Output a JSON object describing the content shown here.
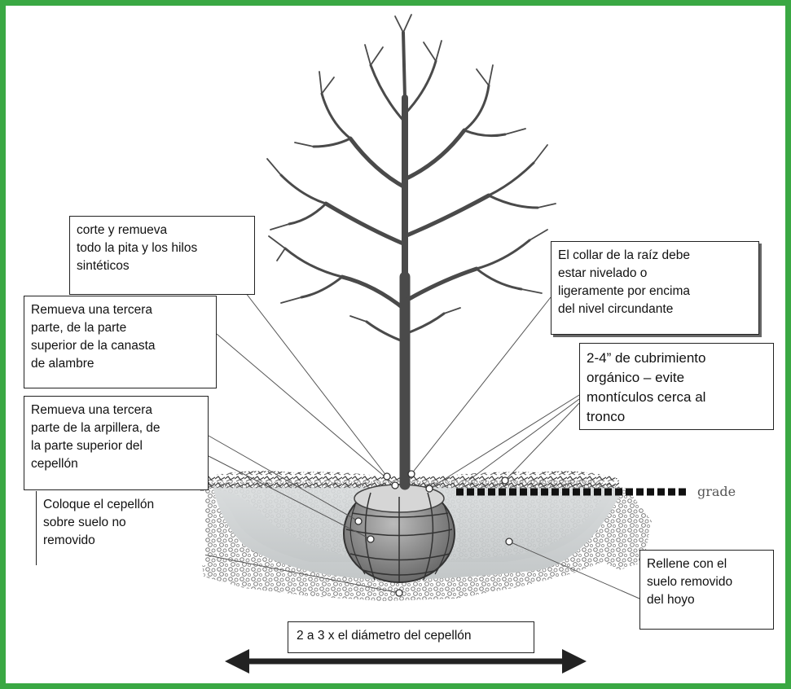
{
  "diagram": {
    "labels": {
      "cut_twine": "corte y remueva\ntodo la pita y los hilos\nsintéticos",
      "wire_basket": "Remueva una tercera\nparte, de la parte\nsuperior de la canasta\nde alambre",
      "burlap": "Remueva una tercera\nparte de la arpillera, de\nla parte superior del\ncepellón",
      "undisturbed_soil": "Coloque el cepellón\nsobre suelo no\nremovido",
      "root_collar": "El collar de la raíz debe\nestar nivelado o\nligeramente por encima\ndel nivel circundante",
      "mulch": "2-4” de cubrimiento\norgánico – evite\nmontículos cerca al\ntronco",
      "backfill": "Rellene con el\nsuelo removido\ndel hoyo",
      "hole_width": "2 a 3 x el diámetro del cepellón",
      "grade": "grade"
    },
    "colors": {
      "frame_border": "#3aa843",
      "tree": "#4a4a4a",
      "soil_dots": "#8a8a8a",
      "root_ball": "#6a6a6a"
    }
  }
}
